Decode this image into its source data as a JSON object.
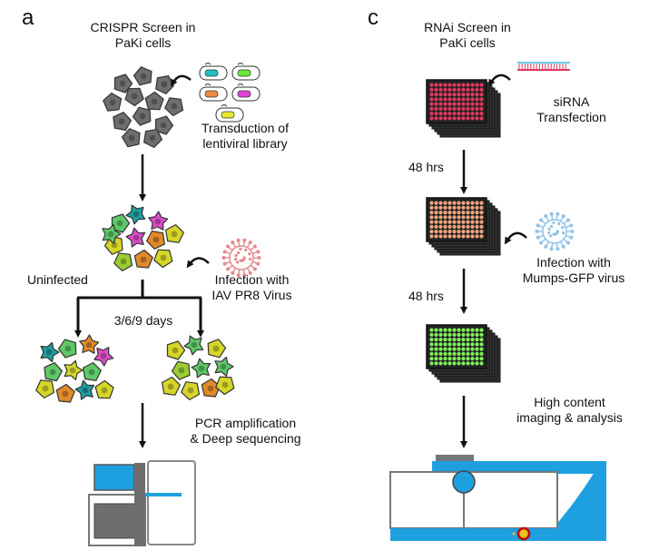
{
  "panel_a": {
    "letter": "a",
    "title_line1": "CRISPR Screen in",
    "title_line2": "PaKi cells",
    "transduction_line1": "Transduction of",
    "transduction_line2": "lentiviral library",
    "uninfected": "Uninfected",
    "infection_line1": "Infection with",
    "infection_line2": "IAV PR8 Virus",
    "days": "3/6/9 days",
    "pcr_line1": "PCR amplification",
    "pcr_line2": "& Deep sequencing"
  },
  "panel_c": {
    "letter": "c",
    "title_line1": "RNAi Screen in",
    "title_line2": "PaKi cells",
    "sirna_line1": "siRNA",
    "sirna_line2": "Transfection",
    "hrs_1": "48 hrs",
    "infection_line1": "Infection with",
    "infection_line2": "Mumps-GFP virus",
    "hrs_2": "48 hrs",
    "imaging_line1": "High content",
    "imaging_line2": "imaging & analysis"
  },
  "colors": {
    "gray_cell": "#6e6e6e",
    "plate_red": "#e0385e",
    "plate_salmon": "#f2a57d",
    "plate_green": "#7ff05a",
    "instrument_blue": "#1ea0e0",
    "virus_red": "#e8878f",
    "virus_blue": "#8fc3e8",
    "cell_palette": [
      "#5ec869",
      "#1f9e9e",
      "#e08a2a",
      "#d94fc8",
      "#d6d62a",
      "#9acd32",
      "#3cb371"
    ]
  }
}
